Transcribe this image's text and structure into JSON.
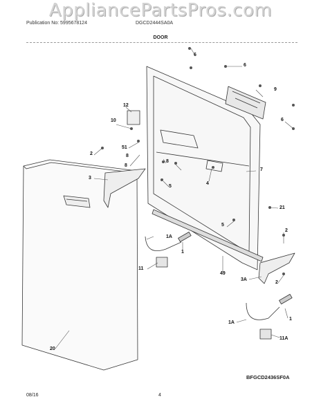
{
  "watermark": "AppliancePartsPros.com",
  "header": {
    "publication": "Publication No: 5995678124",
    "model": "DGCD2444SA0A"
  },
  "section_title": "DOOR",
  "callouts": [
    "6",
    "6",
    "9",
    "12",
    "10",
    "6",
    "51",
    "8",
    "2",
    "8",
    "8",
    "3",
    "5",
    "4",
    "7",
    "21",
    "2",
    "5",
    "1A",
    "1",
    "11",
    "49",
    "3A",
    "2",
    "1A",
    "1",
    "11A",
    "20"
  ],
  "model_code": "BFGCD2436SF0A",
  "footer": {
    "date": "08/16",
    "page": "4"
  }
}
